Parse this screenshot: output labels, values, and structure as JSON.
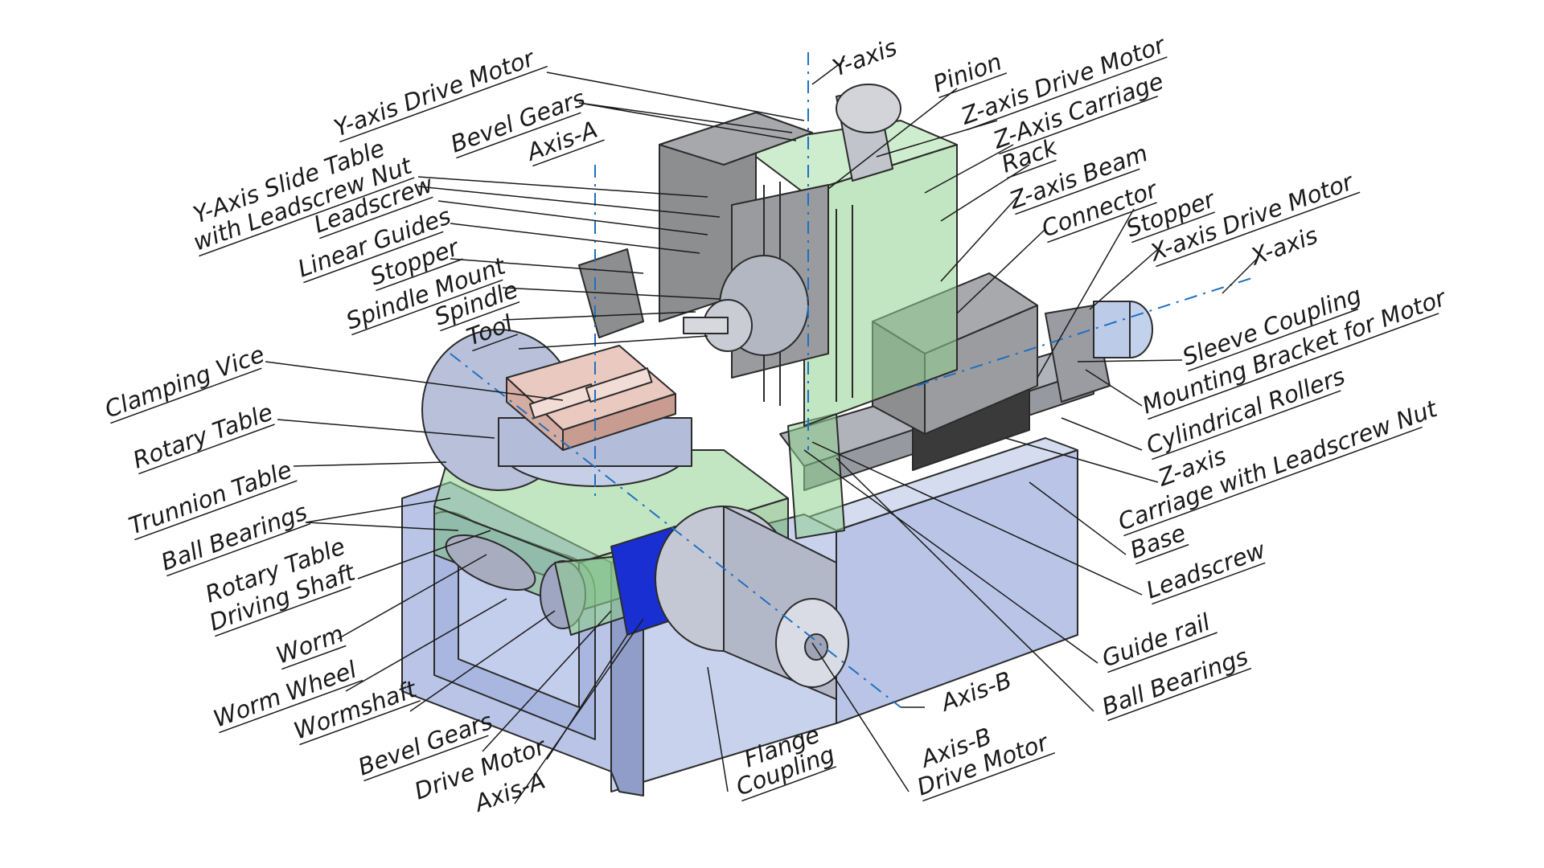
{
  "labels": {
    "y_axis_drive_motor": "Y-axis Drive Motor",
    "bevel_gears_top": "Bevel Gears",
    "y_axis_slide_table_1": "Y-Axis Slide Table",
    "y_axis_slide_table_2": "with Leadscrew Nut",
    "axis_a_top": "Axis-A",
    "leadscrew_top": "Leadscrew",
    "linear_guides": "Linear Guides",
    "stopper_left": "Stopper",
    "spindle_mount": "Spindle Mount",
    "spindle": "Spindle",
    "tool": "Tool",
    "clamping_vice": "Clamping Vice",
    "rotary_table": "Rotary Table",
    "trunnion_table": "Trunnion Table",
    "ball_bearings_left": "Ball Bearings",
    "rotary_table_driving_shaft_1": "Rotary Table",
    "rotary_table_driving_shaft_2": "Driving Shaft",
    "worm": "Worm",
    "worm_wheel": "Worm Wheel",
    "wormshaft": "Wormshaft",
    "bevel_gears_bottom": "Bevel Gears",
    "drive_motor_axis_a_1": "Drive Motor",
    "drive_motor_axis_a_2": "Axis-A",
    "flange_coupling_1": "Flange",
    "flange_coupling_2": "Coupling",
    "axis_b": "Axis-B",
    "axis_b_drive_motor_1": "Axis-B",
    "axis_b_drive_motor_2": "Drive Motor",
    "y_axis": "Y-axis",
    "pinion": "Pinion",
    "z_axis_drive_motor": "Z-axis Drive Motor",
    "z_axis_carriage": "Z-Axis Carriage",
    "rack": "Rack",
    "z_axis_beam": "Z-axis Beam",
    "connector": "Connector",
    "stopper_right": "Stopper",
    "x_axis_drive_motor": "X-axis Drive Motor",
    "x_axis": "X-axis",
    "sleeve_coupling": "Sleeve Coupling",
    "mounting_bracket": "Mounting Bracket for Motor",
    "cylindrical_rollers": "Cylindrical Rollers",
    "z_axis_carriage_nut_1": "Z-axis",
    "z_axis_carriage_nut_2": "Carriage with Leadscrew Nut",
    "base": "Base",
    "leadscrew_right": "Leadscrew",
    "guide_rail": "Guide rail",
    "ball_bearings_right": "Ball Bearings"
  },
  "colors": {
    "steel_gray": "#8d8e90",
    "base_blue": "#b9c4e6",
    "transparent_green": "#8fcf8f",
    "vice_pink": "#e9c9c0",
    "motor_silver": "#c4c8d4",
    "axis_line": "#1f6fbf",
    "motor_block_blue": "#1a2fd1"
  }
}
